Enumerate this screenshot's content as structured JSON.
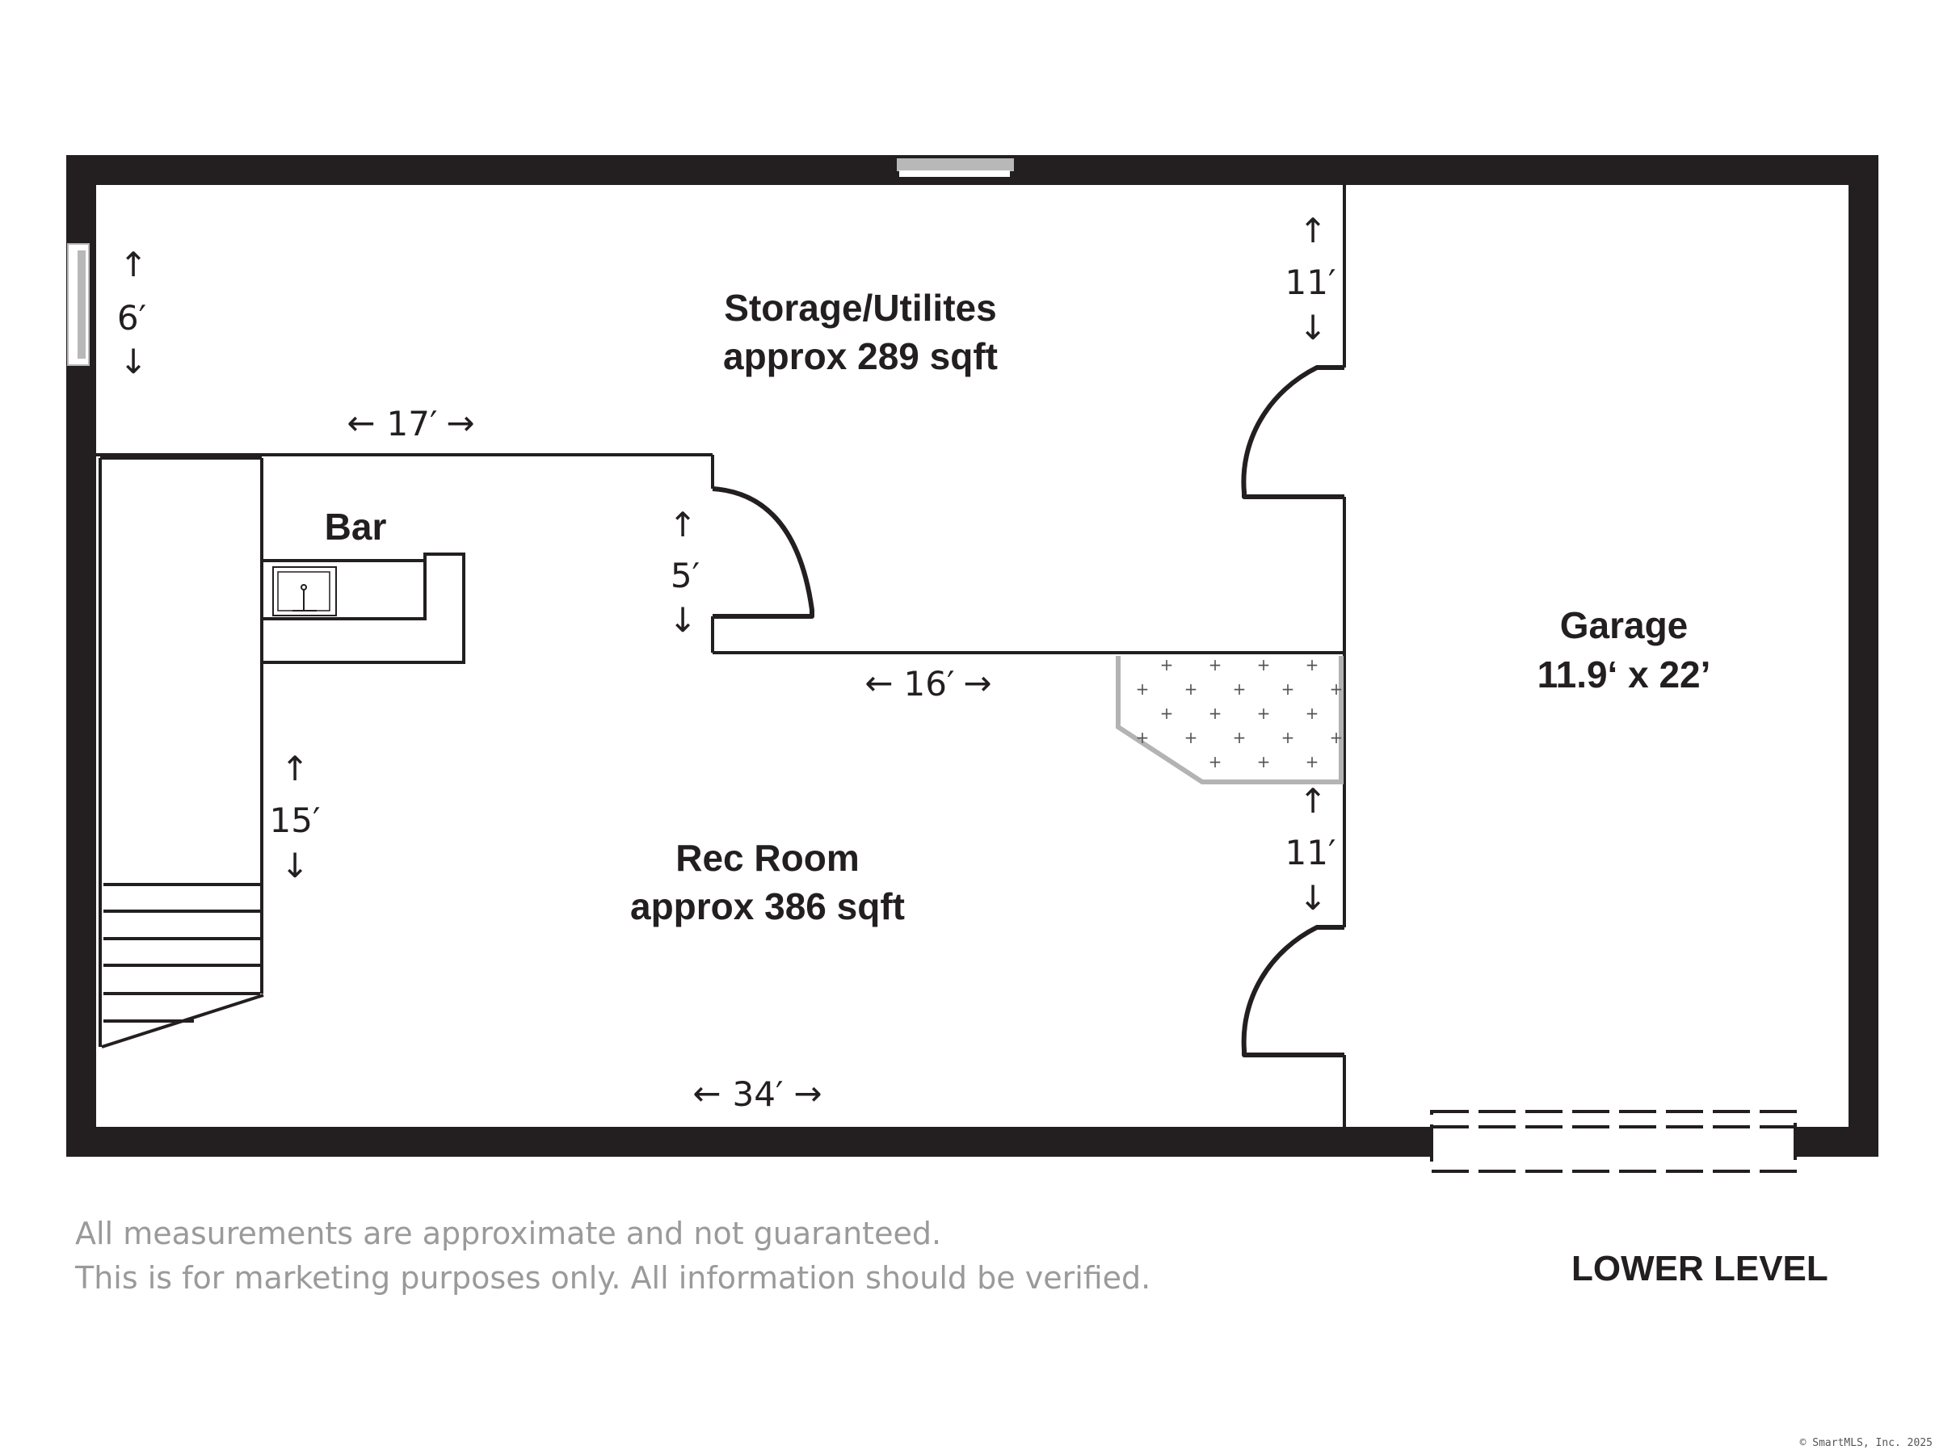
{
  "rooms": {
    "storage": {
      "name": "Storage/Utilites",
      "area": "approx 289 sqft"
    },
    "rec": {
      "name": "Rec Room",
      "area": "approx 386 sqft"
    },
    "garage": {
      "name": "Garage",
      "size": "11.9‘ x 22’"
    },
    "bar": {
      "name": "Bar"
    }
  },
  "dimensions": {
    "d6": "6′",
    "d11_top": "11′",
    "d17": "17′",
    "d5": "5′",
    "d16": "16′",
    "d15": "15′",
    "d11_bottom": "11′",
    "d34": "34′"
  },
  "notes": {
    "line1": "All measurements are approximate and not guaranteed.",
    "line2": "This is for marketing purposes only. All information should be verified."
  },
  "level_title": "LOWER LEVEL",
  "copyright": "© SmartMLS, Inc. 2025",
  "colors": {
    "wall": "#231f20",
    "window": "#b8b8b8",
    "text_note": "#9a9a9a"
  }
}
